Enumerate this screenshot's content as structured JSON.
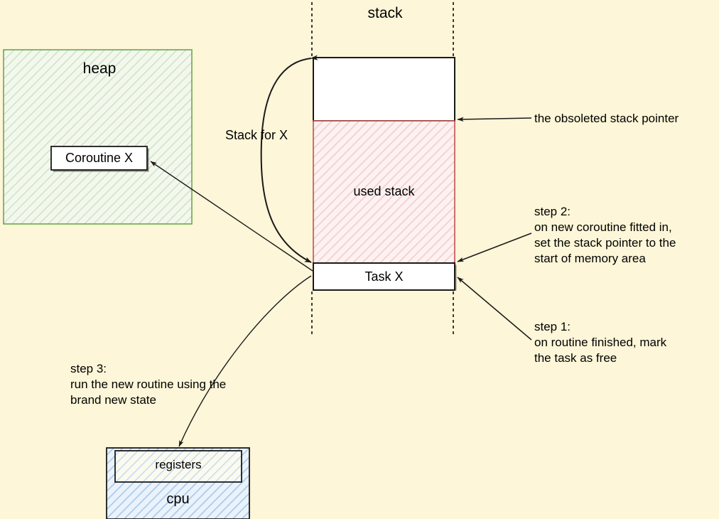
{
  "diagram": {
    "title_stack": "stack",
    "heap_label": "heap",
    "coroutine_label": "Coroutine X",
    "stack_for_x_label": "Stack for X",
    "used_stack_label": "used stack",
    "task_label": "Task X",
    "obsoleted_pointer_label": "the obsoleted stack pointer",
    "step2_label": "step 2:\non new coroutine fitted in,\nset the stack pointer to the\nstart of memory area",
    "step1_label": "step 1:\non routine finished, mark\nthe task as free",
    "step3_label": "step 3:\nrun the new routine using the\nbrand new state",
    "registers_label": "registers",
    "cpu_label": "cpu"
  },
  "colors": {
    "background": "#fdf6d8",
    "heap_stroke": "#6aa84f",
    "heap_fill": "#eaf3e3",
    "used_stack_stroke": "#c0504d",
    "used_stack_fill": "#fbe5e5",
    "cpu_stroke": "#1f1f1f",
    "cpu_fill": "#dbe9f7",
    "line": "#1a1a1a",
    "box_fill": "#ffffff"
  }
}
